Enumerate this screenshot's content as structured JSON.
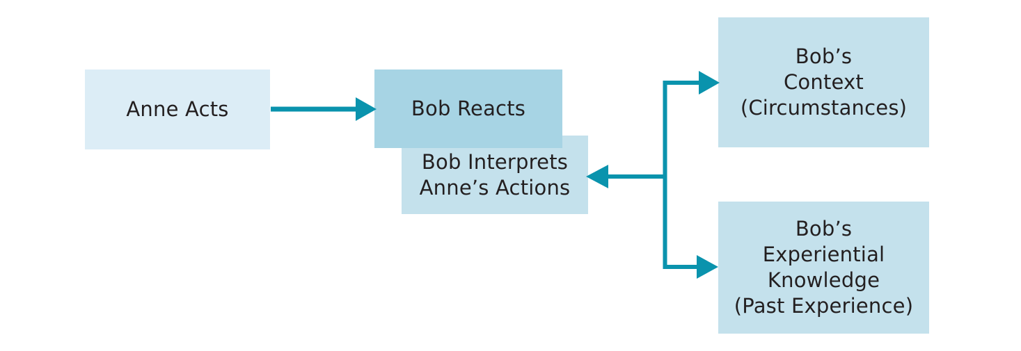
{
  "diagram": {
    "title": "Anne acts / Bob reacts interpretation diagram",
    "colors": {
      "background": "#ffffff",
      "box_anne_fill": "#dcedf6",
      "box_reacts_fill": "#a7d4e4",
      "box_light_blue_fill": "#c4e1ec",
      "arrow": "#0a93ad",
      "text": "#231f20"
    },
    "boxes": [
      {
        "id": "anne-acts",
        "label": "Anne Acts"
      },
      {
        "id": "bob-reacts",
        "label": "Bob Reacts"
      },
      {
        "id": "bob-interprets",
        "label": "Bob Interprets\nAnne’s Actions"
      },
      {
        "id": "bobs-context",
        "label": "Bob’s\nContext\n(Circumstances)"
      },
      {
        "id": "bobs-knowledge",
        "label": "Bob’s\nExperiential\nKnowledge\n(Past Experience)"
      }
    ],
    "arrows": [
      {
        "id": "anne-to-bob-reacts",
        "from": "Anne Acts",
        "to": "Bob Reacts",
        "direction": "right"
      },
      {
        "id": "branch-to-context",
        "from": "branch trunk",
        "to": "Bob’s Context (Circumstances)",
        "direction": "right"
      },
      {
        "id": "branch-to-interprets",
        "from": "branch trunk",
        "to": "Bob Interprets Anne’s Actions",
        "direction": "left"
      },
      {
        "id": "branch-to-knowledge",
        "from": "branch trunk",
        "to": "Bob’s Experiential Knowledge (Past Experience)",
        "direction": "right"
      }
    ]
  }
}
